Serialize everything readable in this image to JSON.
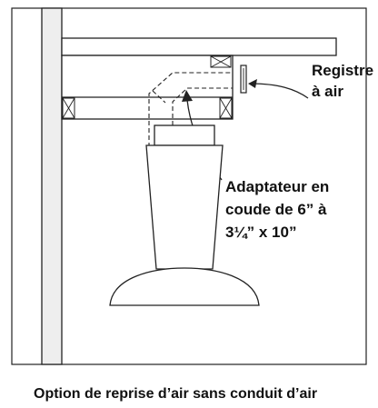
{
  "labels": {
    "register_line1": "Registre",
    "register_line2": "à air",
    "adapter_line1": "Adaptateur en",
    "adapter_line2": "coude de 6” à",
    "adapter_line3": "3¼” x 10”",
    "caption": "Option de reprise d’air sans conduit d’air"
  },
  "colors": {
    "line": "#222222",
    "fill": "#ffffff",
    "wall_shade": "#e6e6e6"
  }
}
